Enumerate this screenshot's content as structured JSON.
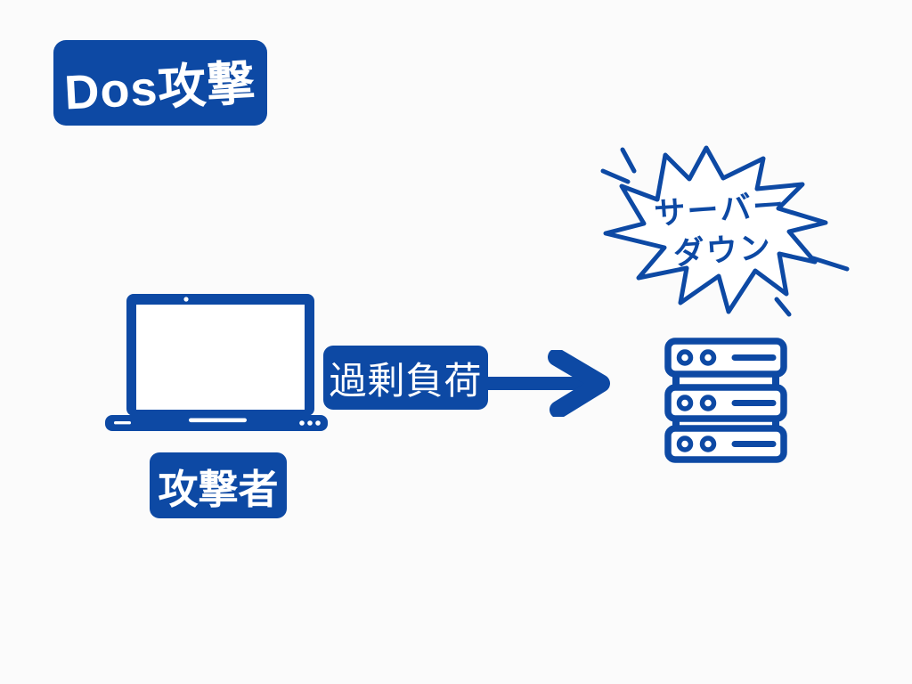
{
  "page": {
    "background": "#fbfbfb",
    "accent_blue": "#0d49a4",
    "label_text_color": "#ffffff"
  },
  "title_badge": {
    "label": "Dos攻撃"
  },
  "attacker": {
    "icon": "laptop-icon",
    "label": "攻撃者"
  },
  "attack": {
    "icon": "arrow-right-icon",
    "label": "過剰負荷"
  },
  "target_server": {
    "icon": "server-stack-icon",
    "burst": {
      "icon": "explosion-bubble-icon",
      "line1": "サーバー",
      "line2": "ダウン"
    }
  }
}
